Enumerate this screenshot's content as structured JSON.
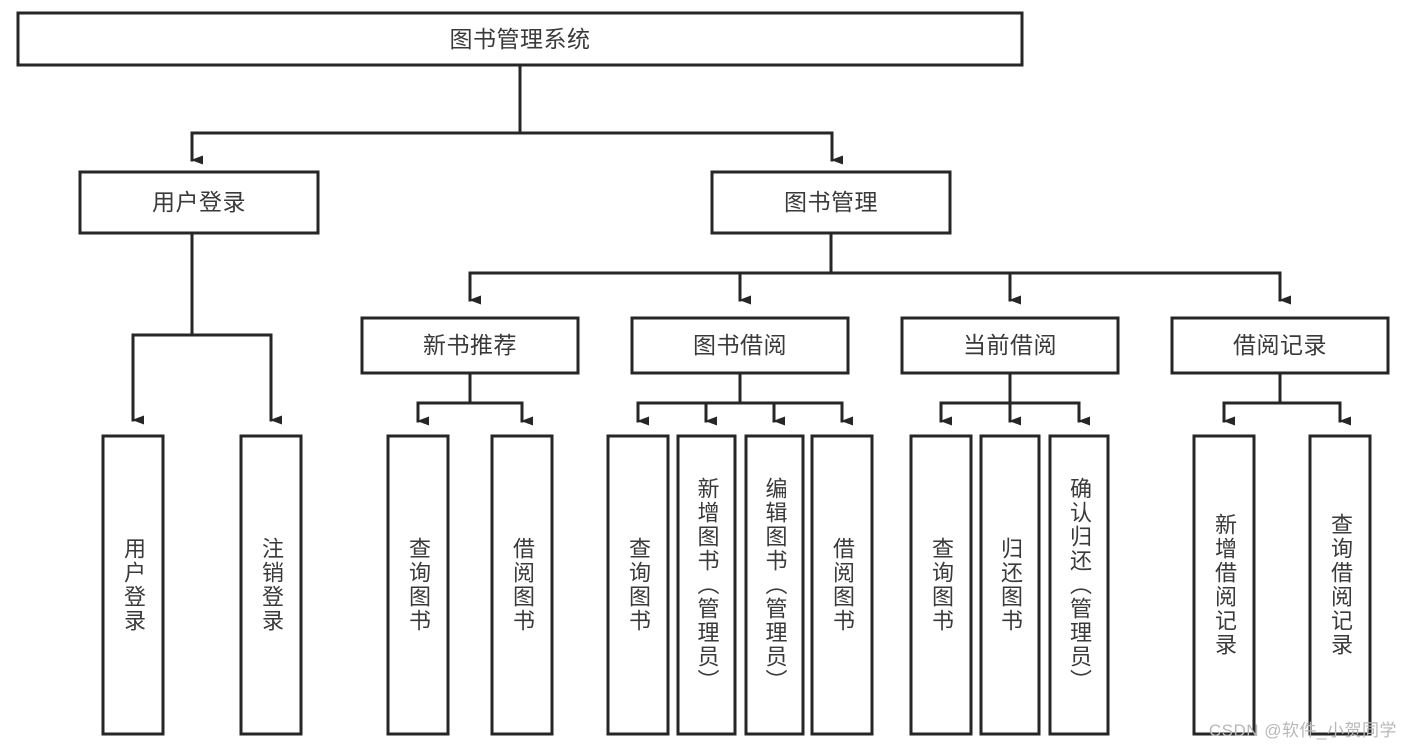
{
  "diagram": {
    "type": "tree-hierarchy",
    "title": "图书管理系统",
    "watermark": "CSDN @软件_小贺同学",
    "colors": {
      "stroke": "#262626",
      "box_fill": "#ffffff",
      "text": "#3a3a3a",
      "background": "#ffffff",
      "watermark": "#b8b8b8"
    },
    "levels": {
      "root": {
        "label": "图书管理系统"
      },
      "level1": [
        {
          "id": "user-login",
          "label": "用户登录"
        },
        {
          "id": "book-management",
          "label": "图书管理"
        }
      ],
      "level2": [
        {
          "id": "new-book-recommend",
          "label": "新书推荐",
          "parent": "book-management"
        },
        {
          "id": "book-borrow",
          "label": "图书借阅",
          "parent": "book-management"
        },
        {
          "id": "current-borrow",
          "label": "当前借阅",
          "parent": "book-management"
        },
        {
          "id": "borrow-record",
          "label": "借阅记录",
          "parent": "book-management"
        }
      ],
      "leaves": [
        {
          "id": "leaf-user-login",
          "label": "用户登录",
          "parent": "user-login"
        },
        {
          "id": "leaf-logout",
          "label": "注销登录",
          "parent": "user-login"
        },
        {
          "id": "leaf-query-book-1",
          "label": "查询图书",
          "parent": "new-book-recommend"
        },
        {
          "id": "leaf-borrow-book-1",
          "label": "借阅图书",
          "parent": "new-book-recommend"
        },
        {
          "id": "leaf-query-book-2",
          "label": "查询图书",
          "parent": "book-borrow"
        },
        {
          "id": "leaf-add-book",
          "label": "新增图书（管理员）",
          "parent": "book-borrow"
        },
        {
          "id": "leaf-edit-book",
          "label": "编辑图书（管理员）",
          "parent": "book-borrow"
        },
        {
          "id": "leaf-borrow-book-2",
          "label": "借阅图书",
          "parent": "book-borrow"
        },
        {
          "id": "leaf-query-book-3",
          "label": "查询图书",
          "parent": "current-borrow"
        },
        {
          "id": "leaf-return-book",
          "label": "归还图书",
          "parent": "current-borrow"
        },
        {
          "id": "leaf-confirm-return",
          "label": "确认归还（管理员）",
          "parent": "current-borrow"
        },
        {
          "id": "leaf-add-record",
          "label": "新增借阅记录",
          "parent": "borrow-record"
        },
        {
          "id": "leaf-query-record",
          "label": "查询借阅记录",
          "parent": "borrow-record"
        }
      ]
    }
  }
}
